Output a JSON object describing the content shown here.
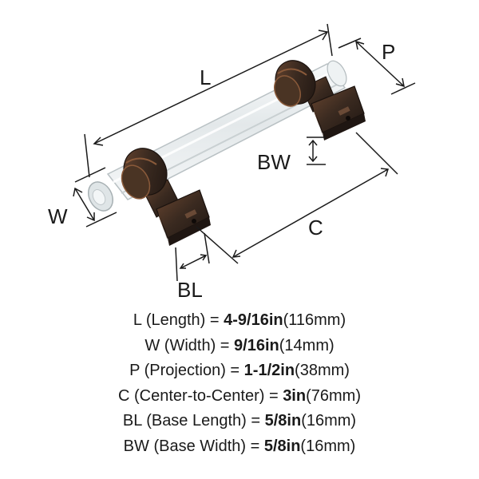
{
  "dimension_labels": {
    "L": "L",
    "P": "P",
    "W": "W",
    "BW": "BW",
    "C": "C",
    "BL": "BL"
  },
  "specs": [
    {
      "key": "L",
      "desc": "(Length) = ",
      "value": "4-9/16in",
      "metric": "(116mm)"
    },
    {
      "key": "W",
      "desc": "(Width) = ",
      "value": "9/16in",
      "metric": "(14mm)"
    },
    {
      "key": "P",
      "desc": "(Projection) = ",
      "value": "1-1/2in",
      "metric": "(38mm)"
    },
    {
      "key": "C",
      "desc": "(Center-to-Center) = ",
      "value": "3in",
      "metric": "(76mm)"
    },
    {
      "key": "BL",
      "desc": "(Base Length) = ",
      "value": "5/8in",
      "metric": "(16mm)"
    },
    {
      "key": "BW",
      "desc": "(Base Width) = ",
      "value": "5/8in",
      "metric": "(16mm)"
    }
  ],
  "colors": {
    "finish": "#3a2a20",
    "finish_highlight": "#8a5a3a",
    "glass": "#eef2f3",
    "line": "#1a1a1a"
  }
}
